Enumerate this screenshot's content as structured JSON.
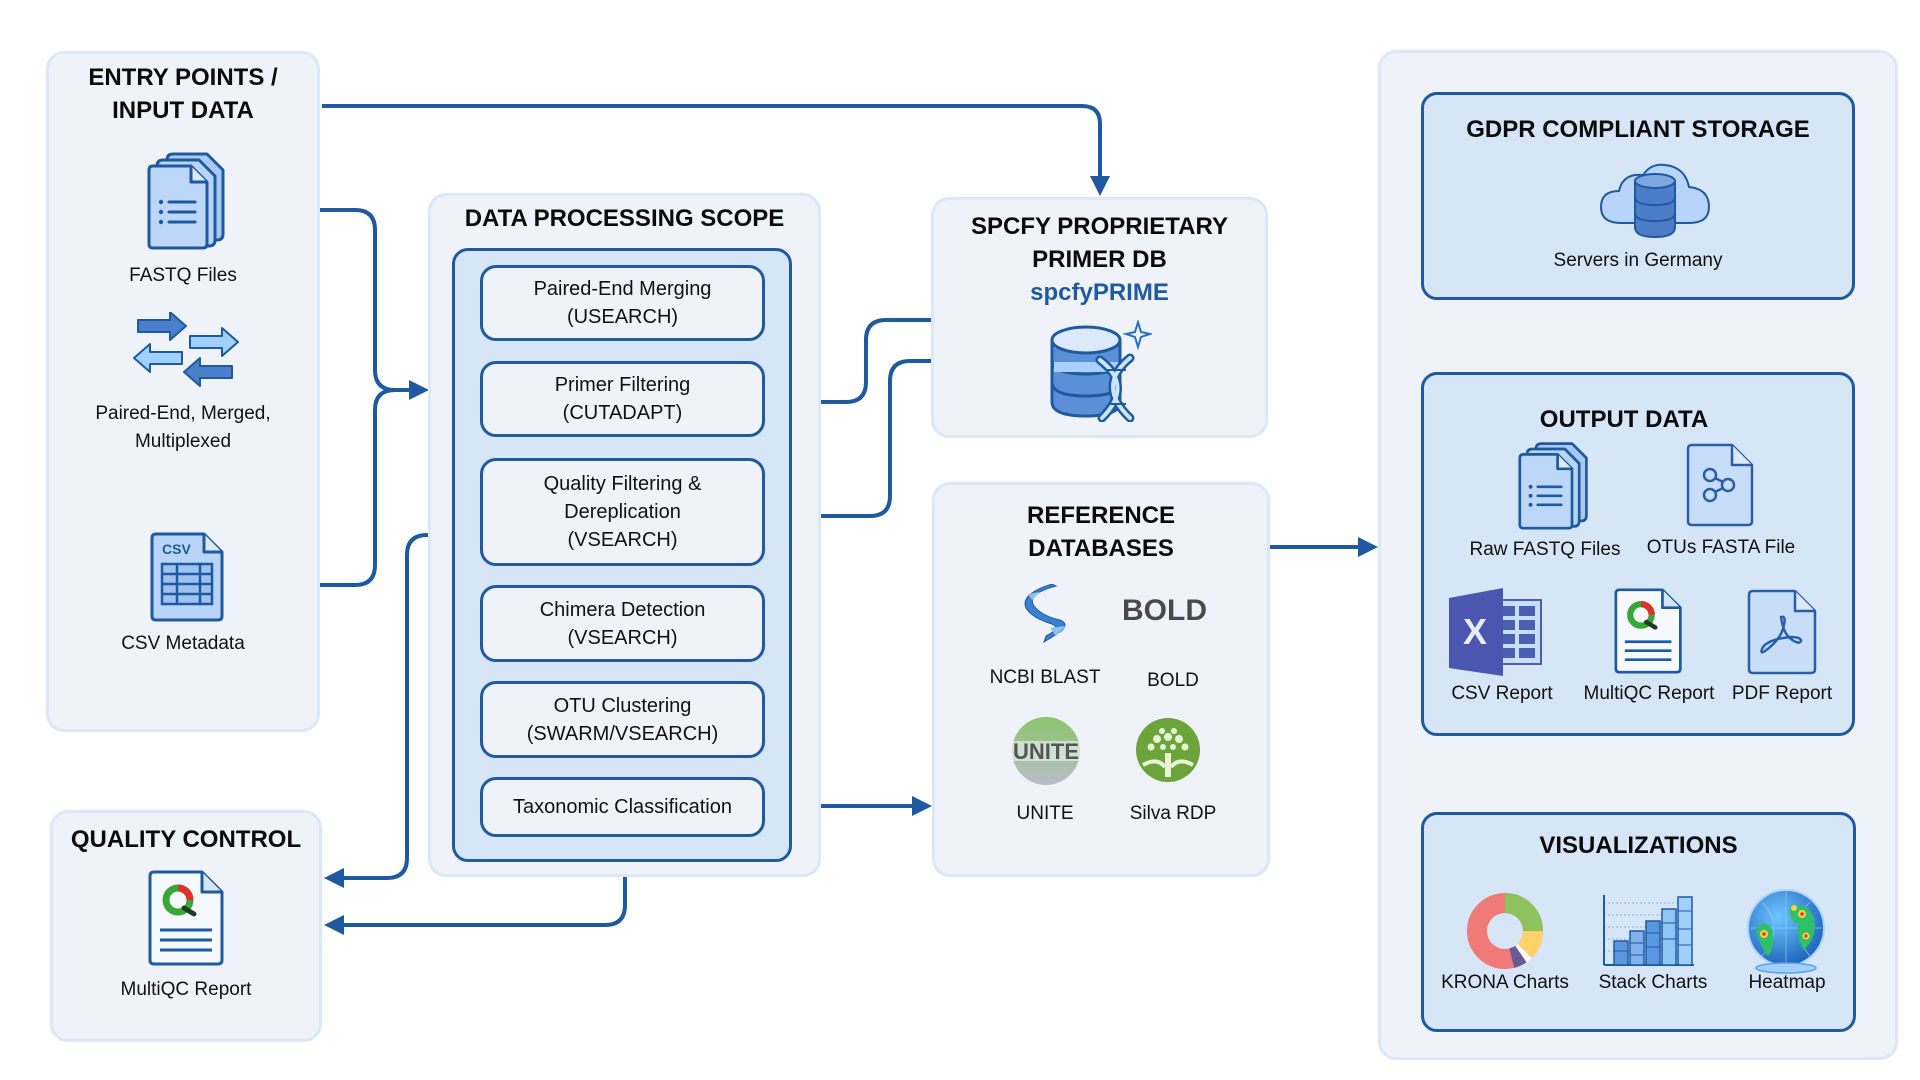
{
  "entry": {
    "title_line1": "ENTRY POINTS /",
    "title_line2": "INPUT DATA",
    "items": [
      {
        "label": "FASTQ Files",
        "icon": "stacked-documents-icon"
      },
      {
        "label_line1": "Paired-End, Merged,",
        "label_line2": "Multiplexed",
        "icon": "bidirectional-arrows-icon"
      },
      {
        "label": "CSV Metadata",
        "icon": "csv-file-icon",
        "icon_text": "CSV"
      }
    ]
  },
  "quality_control": {
    "title": "QUALITY CONTROL",
    "item": {
      "label": "MultiQC Report",
      "icon": "multiqc-report-icon"
    }
  },
  "processing": {
    "title": "DATA PROCESSING SCOPE",
    "steps": [
      {
        "line1": "Paired-End Merging",
        "line2": "(USEARCH)"
      },
      {
        "line1": "Primer Filtering",
        "line2": "(CUTADAPT)"
      },
      {
        "line1": "Quality Filtering &",
        "line2": "Dereplication",
        "line3": "(VSEARCH)"
      },
      {
        "line1": "Chimera Detection",
        "line2": "(VSEARCH)"
      },
      {
        "line1": "OTU Clustering",
        "line2": "(SWARM/VSEARCH)"
      },
      {
        "line1": "Taxonomic Classification"
      }
    ]
  },
  "primer_db": {
    "title_line1": "SPCFY PROPRIETARY",
    "title_line2": "PRIMER DB",
    "subtitle": "spcfyPRIME",
    "icon": "database-dna-icon"
  },
  "reference_db": {
    "title_line1": "REFERENCE",
    "title_line2": "DATABASES",
    "items": [
      {
        "label": "NCBI BLAST",
        "icon": "ncbi-helix-logo"
      },
      {
        "label": "BOLD",
        "icon": "bold-logo",
        "logo_text": "BOLD"
      },
      {
        "label": "UNITE",
        "icon": "unite-logo",
        "logo_text": "UNITE"
      },
      {
        "label": "Silva RDP",
        "icon": "silva-tree-logo"
      }
    ]
  },
  "storage": {
    "title": "GDPR COMPLIANT STORAGE",
    "item": {
      "label": "Servers in Germany",
      "icon": "cloud-database-icon"
    }
  },
  "output": {
    "title": "OUTPUT DATA",
    "items": [
      {
        "label": "Raw FASTQ Files",
        "icon": "stacked-documents-icon"
      },
      {
        "label": "OTUs FASTA File",
        "icon": "share-file-icon"
      },
      {
        "label": "CSV Report",
        "icon": "excel-icon",
        "icon_text": "X"
      },
      {
        "label": "MultiQC Report",
        "icon": "multiqc-report-icon"
      },
      {
        "label": "PDF Report",
        "icon": "pdf-file-icon"
      }
    ]
  },
  "visualizations": {
    "title": "VISUALIZATIONS",
    "items": [
      {
        "label": "KRONA Charts",
        "icon": "donut-chart-icon"
      },
      {
        "label": "Stack Charts",
        "icon": "stacked-bar-chart-icon"
      },
      {
        "label": "Heatmap",
        "icon": "globe-heatmap-icon"
      }
    ]
  },
  "colors": {
    "accent": "#1f5aa0",
    "panel_bg": "#eff3f9",
    "panel_border": "#dbe8f7",
    "box_bg": "#d6e6f6"
  }
}
